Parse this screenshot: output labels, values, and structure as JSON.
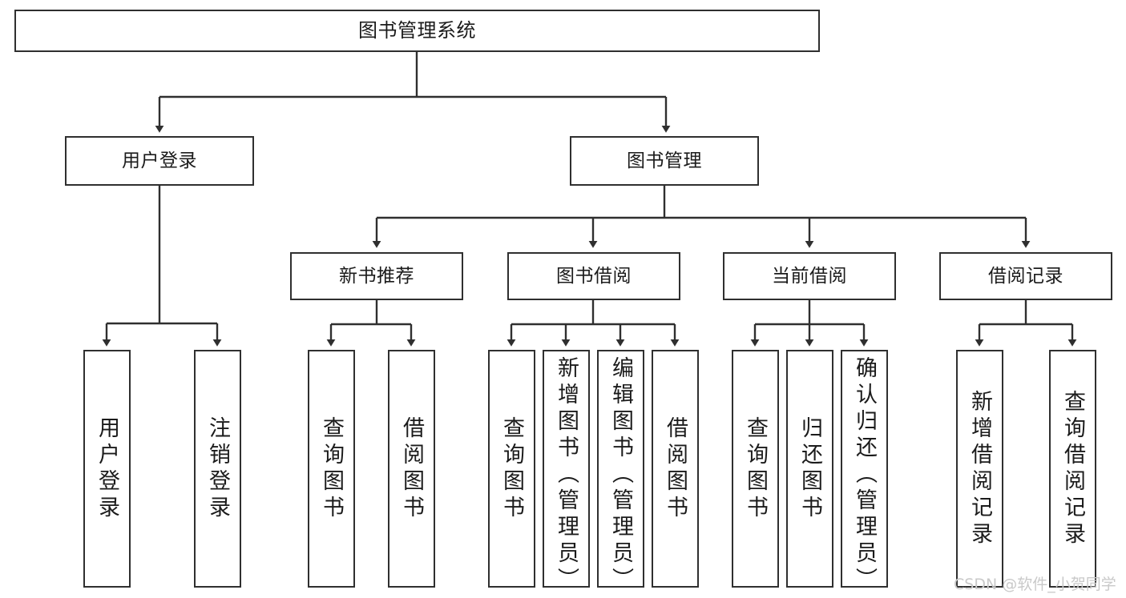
{
  "diagram": {
    "title": "图书管理系统",
    "orientation": "top-down-tree",
    "line_color": "#2f2f2f",
    "box_fill": "#ffffff",
    "text_color": "#1b1b1b",
    "levels": {
      "root": {
        "label": "图书管理系统"
      },
      "level2": [
        {
          "label": "用户登录"
        },
        {
          "label": "图书管理"
        }
      ],
      "level3": [
        {
          "label": "新书推荐"
        },
        {
          "label": "图书借阅"
        },
        {
          "label": "当前借阅"
        },
        {
          "label": "借阅记录"
        }
      ],
      "leaves": {
        "user_login": [
          {
            "label": "用户登录"
          },
          {
            "label": "注销登录"
          }
        ],
        "new_book_recommend": [
          {
            "label": "查询图书"
          },
          {
            "label": "借阅图书"
          }
        ],
        "book_borrow": [
          {
            "label": "查询图书"
          },
          {
            "label": "新增图书（管理员）"
          },
          {
            "label": "编辑图书（管理员）"
          },
          {
            "label": "借阅图书"
          }
        ],
        "current_borrow": [
          {
            "label": "查询图书"
          },
          {
            "label": "归还图书"
          },
          {
            "label": "确认归还（管理员）"
          }
        ],
        "borrow_records": [
          {
            "label": "新增借阅记录"
          },
          {
            "label": "查询借阅记录"
          }
        ]
      }
    }
  },
  "watermark": {
    "text": "CSDN @软件_小贺同学",
    "color": "#c9c9c9"
  }
}
